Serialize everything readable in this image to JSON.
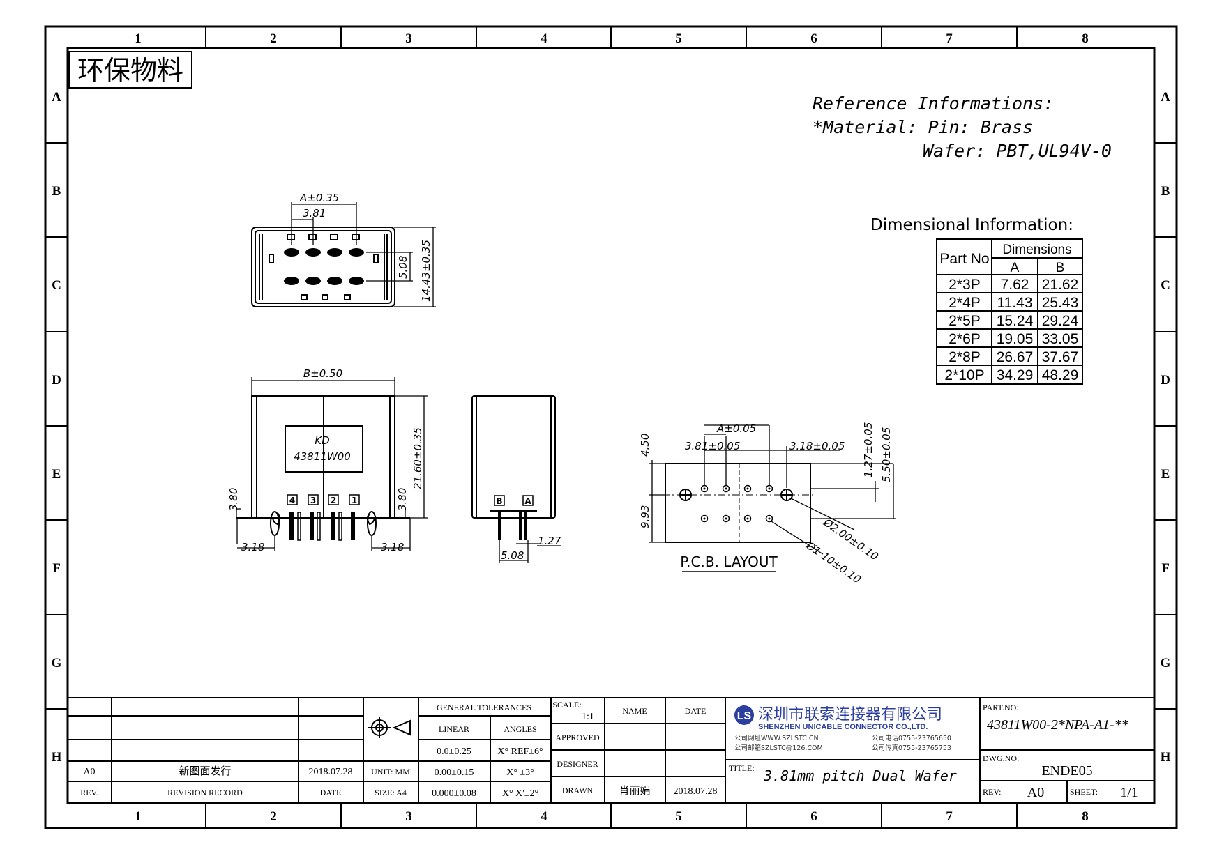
{
  "frame": {
    "columns": [
      "1",
      "2",
      "3",
      "4",
      "5",
      "6",
      "7",
      "8"
    ],
    "rows": [
      "A",
      "B",
      "C",
      "D",
      "E",
      "F",
      "G",
      "H"
    ]
  },
  "eco_label": "环保物料",
  "reference": {
    "heading": "Reference Informations:",
    "material_line": "*Material: Pin: Brass",
    "wafer_line": "Wafer: PBT,UL94V-0"
  },
  "dimensional": {
    "heading": "Dimensional Information:",
    "col_part": "Part No",
    "col_dimensions": "Dimensions",
    "col_a": "A",
    "col_b": "B",
    "rows": [
      {
        "part": "2*3P",
        "a": "7.62",
        "b": "21.62"
      },
      {
        "part": "2*4P",
        "a": "11.43",
        "b": "25.43"
      },
      {
        "part": "2*5P",
        "a": "15.24",
        "b": "29.24"
      },
      {
        "part": "2*6P",
        "a": "19.05",
        "b": "33.05"
      },
      {
        "part": "2*8P",
        "a": "26.67",
        "b": "37.67"
      },
      {
        "part": "2*10P",
        "a": "34.29",
        "b": "48.29"
      }
    ]
  },
  "top_view": {
    "dim_a": "A±0.35",
    "dim_pitch": "3.81",
    "dim_row": "5.08",
    "dim_height": "14.43±0.35"
  },
  "front_view": {
    "dim_b": "B±0.50",
    "logo": "KD",
    "part_mark": "43811W00",
    "dim_height": "21.60±0.35",
    "dim_left_h": "3.80",
    "dim_right_h": "3.80",
    "dim_left_off": "3.18",
    "dim_right_off": "3.18",
    "pins": [
      "4",
      "3",
      "2",
      "1"
    ]
  },
  "side_view": {
    "pins": [
      "B",
      "A"
    ],
    "dim_pin": "1.27",
    "dim_row": "5.08"
  },
  "pcb": {
    "dim_a": "A±0.05",
    "dim_pitch": "3.81±0.05",
    "dim_off": "3.18±0.05",
    "dim_v1": "1.27±0.05",
    "dim_v2": "5.50±0.05",
    "dim_h1": "4.50",
    "dim_h2": "9.93",
    "dim_big_hole": "Ø2.00±0.10",
    "dim_small_hole": "Ø1.10±0.10",
    "caption": "P.C.B. LAYOUT"
  },
  "title_block": {
    "rev_entry": {
      "rev": "A0",
      "record": "新图面发行",
      "date": "2018.07.28"
    },
    "rev_header": {
      "rev": "REV.",
      "record": "REVISION RECORD",
      "date": "DATE"
    },
    "unit": "UNIT: MM",
    "size": "SIZE: A4",
    "tolerances": {
      "heading": "GENERAL TOLERANCES",
      "linear": "LINEAR",
      "angles": "ANGLES",
      "lin1": "0.0±0.25",
      "lin2": "0.00±0.15",
      "lin3": "0.000±0.08",
      "ang1": "X° REF±6°",
      "ang2": "X° ±3°",
      "ang3": "X° X'±2°"
    },
    "scale_label": "SCALE:",
    "scale_value": "1:1",
    "approved": "APPROVED",
    "designer": "DESIGNER",
    "drawn": "DRAWN",
    "name_header": "NAME",
    "date_header": "DATE",
    "drawn_name": "肖丽娟",
    "drawn_date": "2018.07.28",
    "company_cn": "深圳市联索连接器有限公司",
    "company_en": "SHENZHEN UNICABLE CONNECTOR CO.,LTD.",
    "web": "公司网址WWW.SZLSTC.CN",
    "email": "公司邮箱SZLSTC@126.COM",
    "phone": "公司电话0755-23765650",
    "fax": "公司传真0755-23765753",
    "title_label": "TITLE:",
    "title": "3.81mm pitch Dual Wafer",
    "part_no_label": "PART.NO:",
    "part_no": "43811W00-2*NPA-A1-**",
    "dwg_no_label": "DWG.NO:",
    "dwg_no": "ENDE05",
    "rev_label": "REV:",
    "rev_value": "A0",
    "sheet_label": "SHEET:",
    "sheet_value": "1/1"
  }
}
